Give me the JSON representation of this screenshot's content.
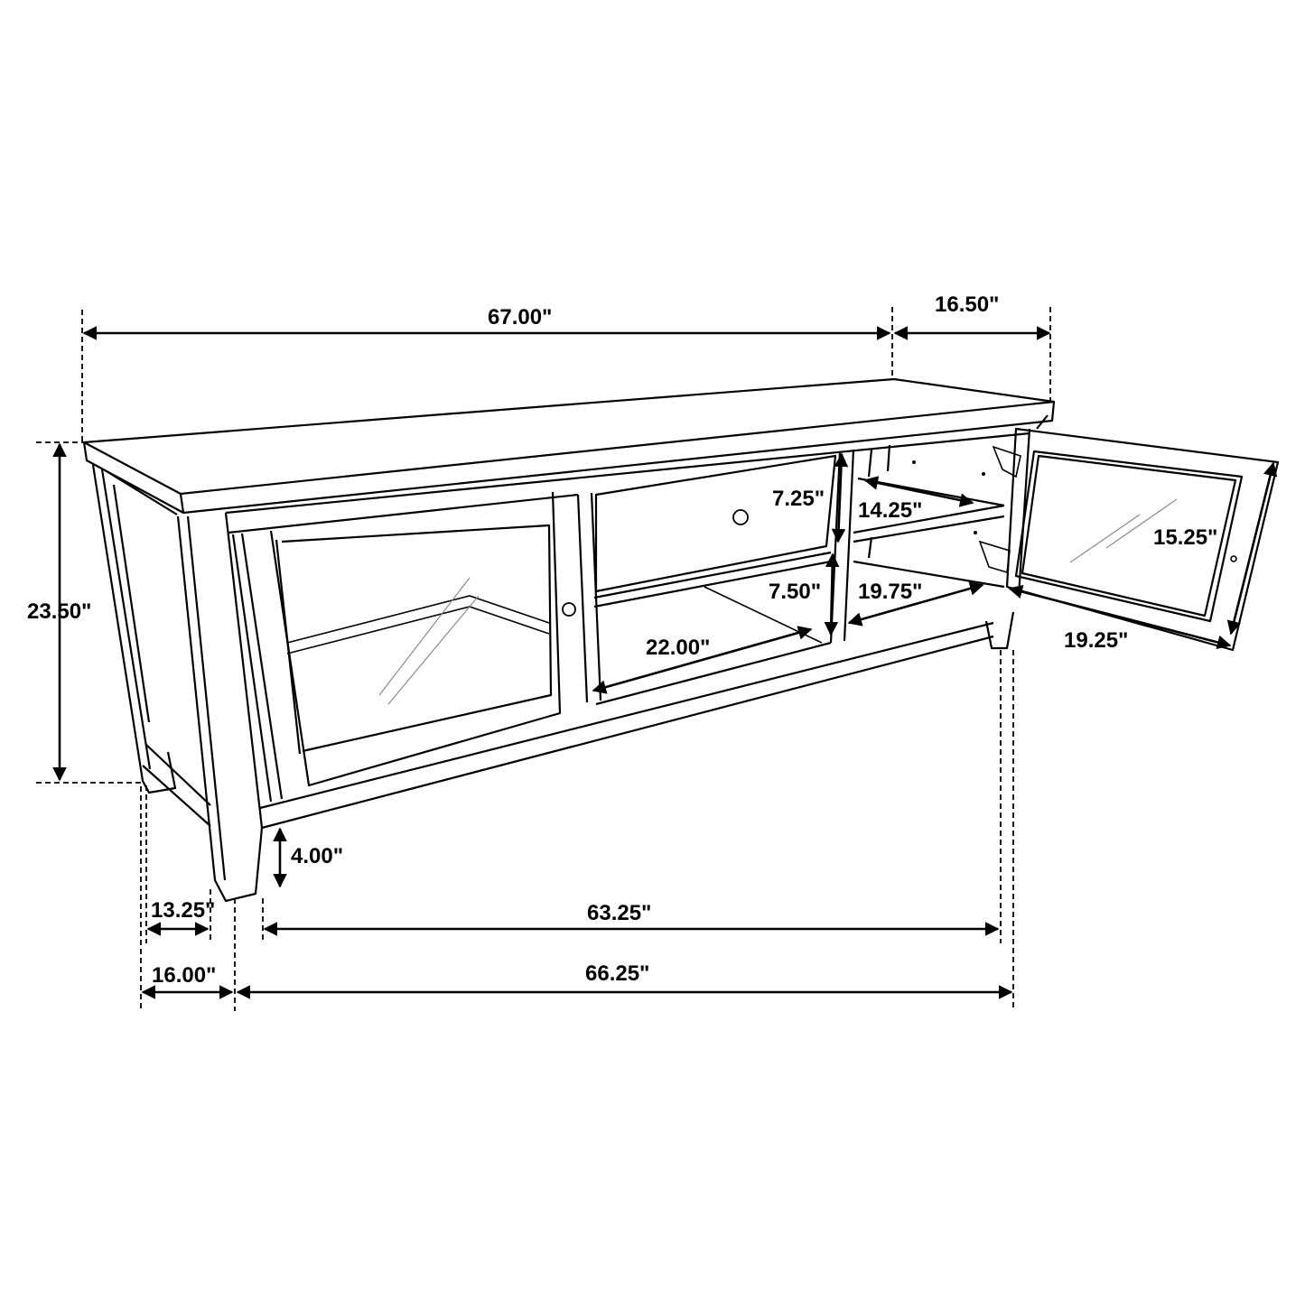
{
  "title": "TV Stand Dimensions",
  "subject": "TV stand / media console with two glass cabinet doors (right door open), center drawer and open shelf",
  "colors": {
    "line": "#000000",
    "background": "#ffffff",
    "glass_hatch": "#8a8a8a"
  },
  "units": "inches",
  "dimensions": {
    "overall_width": "67.00\"",
    "overall_depth": "16.50\"",
    "overall_height": "23.50\"",
    "leg_height": "4.00\"",
    "inner_depth_between_legs": "13.25\"",
    "base_depth": "16.00\"",
    "inner_width_between_legs": "63.25\"",
    "base_width": "66.25\"",
    "drawer_height": "7.25\"",
    "open_shelf_height": "7.50\"",
    "open_shelf_width": "22.00\"",
    "cabinet_shelf_depth": "14.25\"",
    "cabinet_opening_width": "19.75\"",
    "door_height": "15.25\"",
    "door_width": "19.25\""
  }
}
